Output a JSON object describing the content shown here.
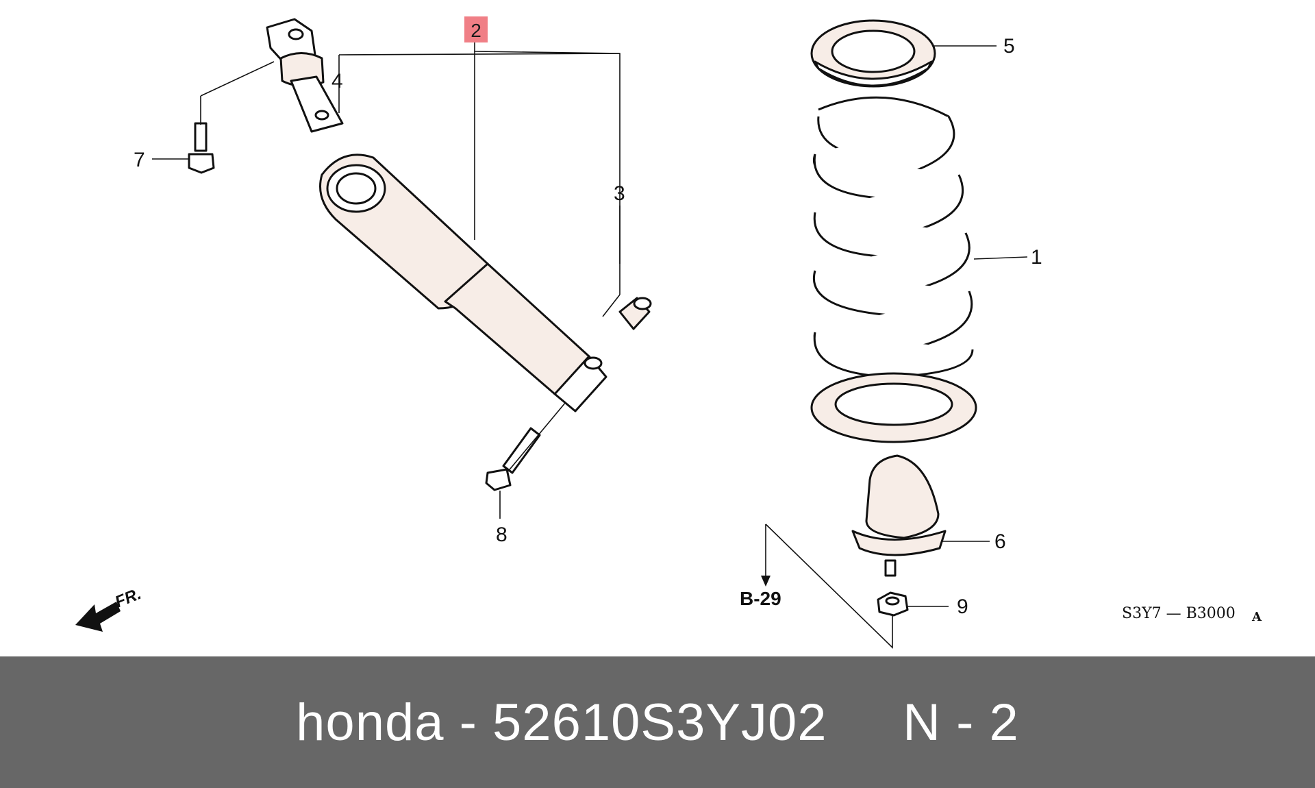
{
  "diagram": {
    "callouts": {
      "c1": "1",
      "c2": "2",
      "c3": "3",
      "c4": "4",
      "c5": "5",
      "c6": "6",
      "c7": "7",
      "c8": "8",
      "c9": "9"
    },
    "reference_label": "B-29",
    "direction_label": "FR.",
    "diagram_code": "S3Y7 — B3000",
    "diagram_code_suffix": "A",
    "highlight_color": "#f07f86"
  },
  "footer": {
    "text": "honda - 52610S3YJ02     N - 2",
    "background": "#676767"
  }
}
